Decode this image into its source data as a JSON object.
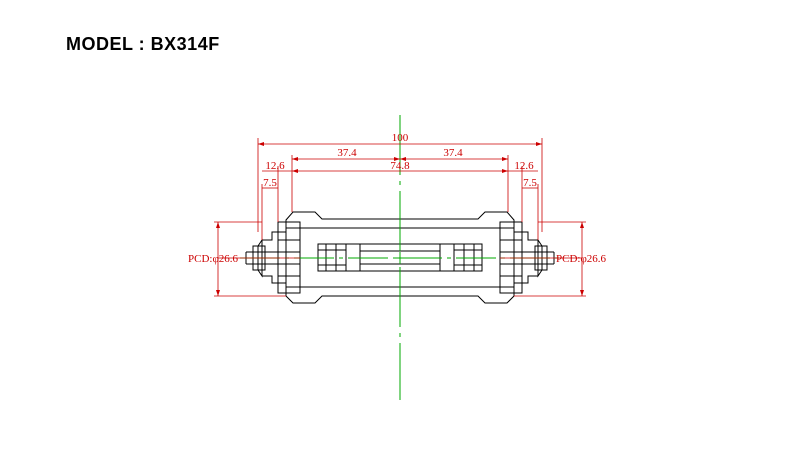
{
  "title": "MODEL : BX314F",
  "dimensions": {
    "overall": "100",
    "left_span": "37.4",
    "right_span": "37.4",
    "center": "74.8",
    "left_flange": "12.6",
    "right_flange": "12.6",
    "left_bearing": "7.5",
    "right_bearing": "7.5",
    "pcd_left": "PCD:φ26.6",
    "pcd_right": "PCD:φ26.6"
  },
  "colors": {
    "dimension": "#cc0000",
    "centerline": "#00aa00",
    "outline": "#000000"
  }
}
